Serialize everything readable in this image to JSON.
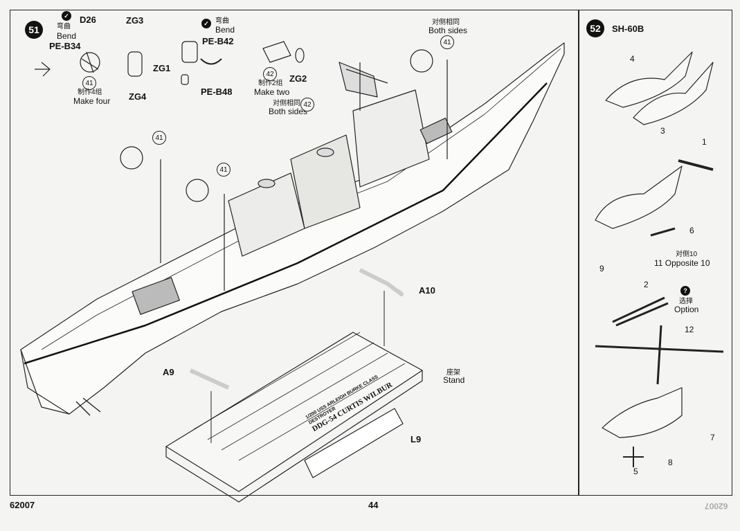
{
  "page": {
    "catalog_number": "62007",
    "page_number": "44",
    "corner_mark": "62007"
  },
  "step51": {
    "number": "51",
    "bend_zh_1": "弯曲",
    "bend_en_1": "Bend",
    "part_d26": "D26",
    "part_pe_b34": "PE-B34",
    "ref_41_a": "41",
    "make_four_zh": "制作4组",
    "make_four_en": "Make four",
    "part_zg3": "ZG3",
    "part_zg4": "ZG4",
    "part_zg1": "ZG1",
    "part_pe_b48": "PE-B48",
    "bend_zh_2": "弯曲",
    "bend_en_2": "Bend",
    "part_pe_b42": "PE-B42",
    "ref_42_a": "42",
    "make_two_zh": "制作2组",
    "make_two_en": "Make two",
    "part_zg2": "ZG2",
    "ref_42_b": "42",
    "both_sides_zh_1": "对侧相同",
    "both_sides_en_1": "Both sides",
    "both_sides_zh_2": "对侧相同",
    "both_sides_en_2": "Both sides",
    "ref_41_b": "41",
    "ref_41_c": "41",
    "ref_41_d": "41",
    "part_a10": "A10",
    "part_a9": "A9",
    "part_l9": "L9",
    "stand_zh": "座架",
    "stand_en": "Stand",
    "plaque_line1": "1/200 USS ARLEIGH BURKE CLASS DESTROYER",
    "plaque_line2": "DDG-54 CURTIS WILBUR"
  },
  "step52": {
    "number": "52",
    "title": "SH-60B",
    "part_4": "4",
    "part_3": "3",
    "part_1": "1",
    "part_6": "6",
    "opposite_zh": "对侧10",
    "part_11_opposite": "11 Opposite 10",
    "part_9": "9",
    "part_2": "2",
    "option_zh": "选择",
    "option_en": "Option",
    "option_mark": "?",
    "part_12": "12",
    "part_7": "7",
    "part_8": "8",
    "part_5": "5"
  }
}
